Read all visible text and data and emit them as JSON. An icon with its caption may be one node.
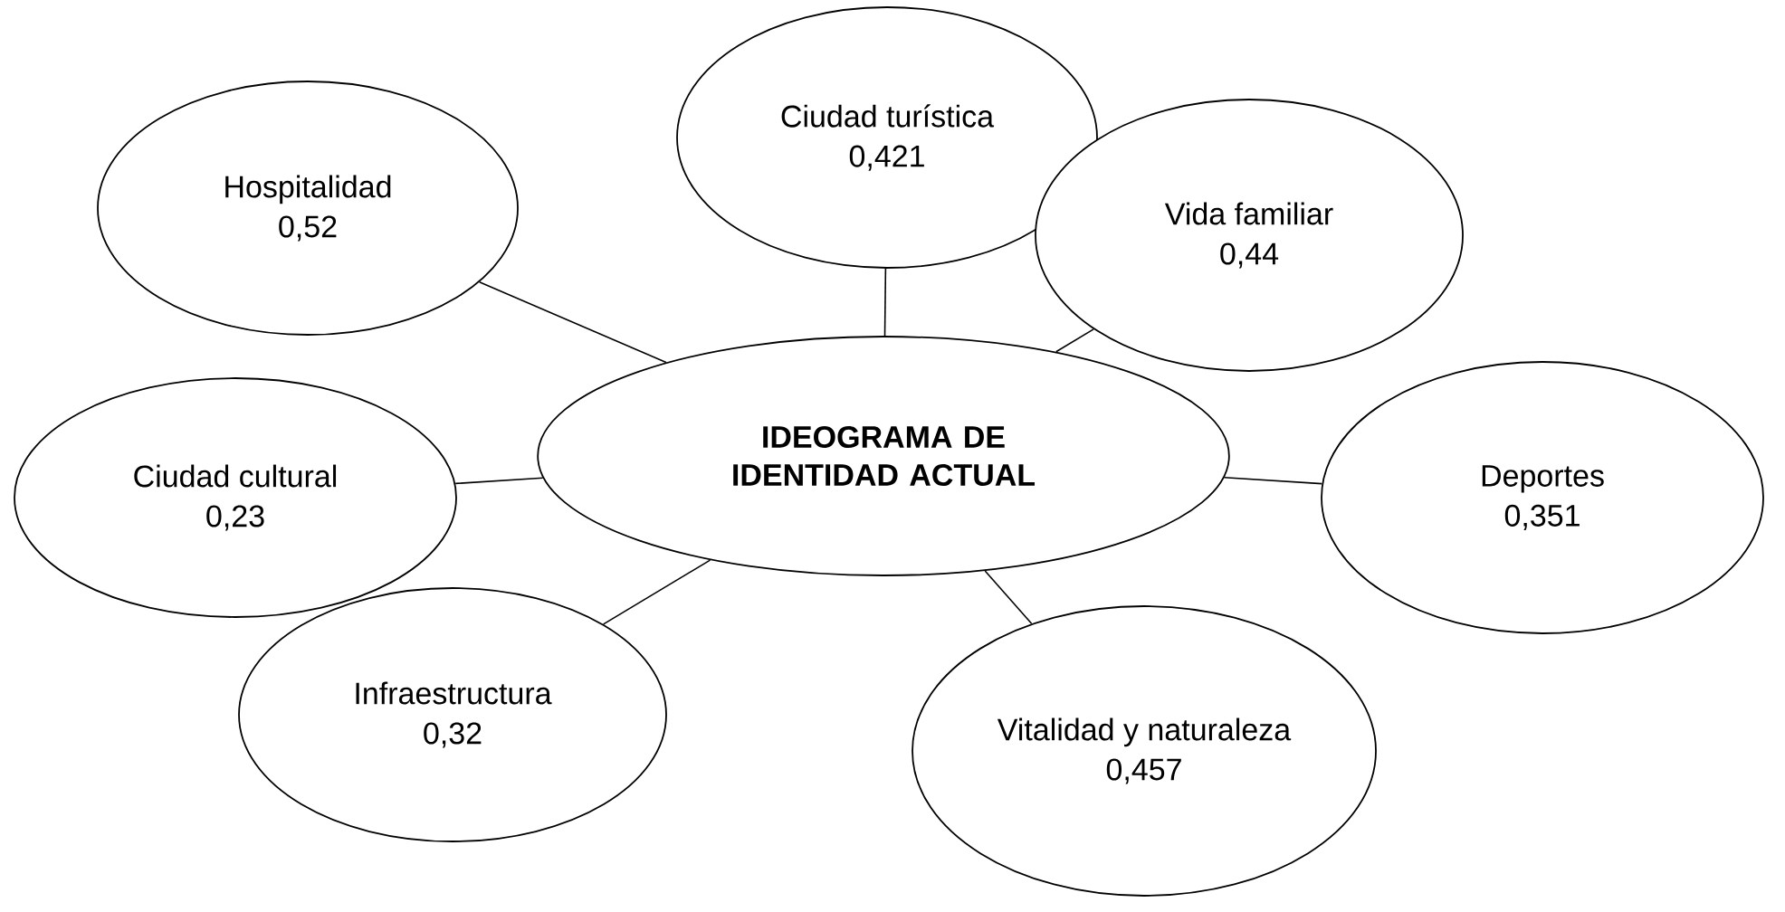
{
  "diagram": {
    "nodes": [
      {
        "text": [
          "Ciudad turística",
          "0,421"
        ]
      },
      {
        "text": [
          "Hospitalidad",
          "0,52"
        ]
      },
      {
        "text": [
          "Vida familiar",
          "0,44"
        ]
      },
      {
        "text": [
          "IDEOGRAMA DE IDENTIDAD ACTUAL"
        ]
      },
      {
        "text": [
          "Ciudad cultural",
          "0,23"
        ]
      },
      {
        "text": [
          "Deportes",
          "0,351"
        ]
      },
      {
        "text": [
          "Infraestructura",
          "0,32"
        ]
      },
      {
        "text": [
          "Vitalidad y naturaleza",
          "0,457"
        ]
      }
    ],
    "edges": [
      {
        "from": 3,
        "to": 0,
        "arrow": "none"
      },
      {
        "from": 3,
        "to": 1,
        "arrow": "none"
      },
      {
        "from": 3,
        "to": 2,
        "arrow": "none"
      },
      {
        "from": 3,
        "to": 4,
        "arrow": "none"
      },
      {
        "from": 3,
        "to": 5,
        "arrow": "none"
      },
      {
        "from": 3,
        "to": 6,
        "arrow": "none"
      },
      {
        "from": 3,
        "to": 7,
        "arrow": "none"
      }
    ]
  }
}
